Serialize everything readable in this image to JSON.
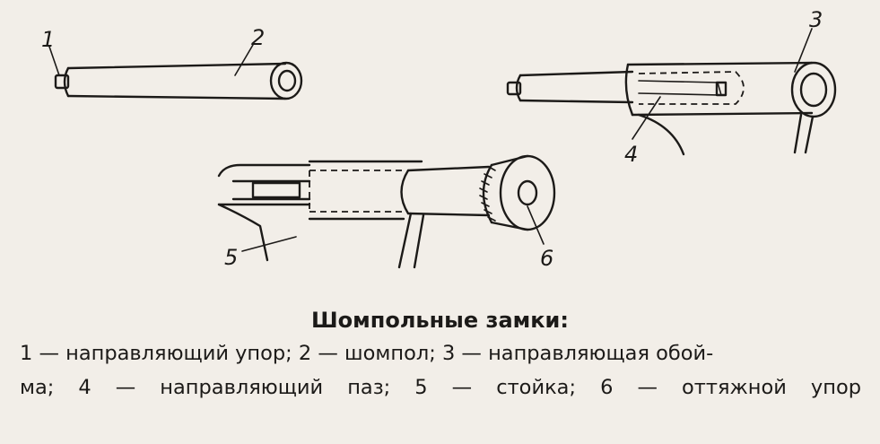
{
  "figure": {
    "labels": {
      "l1": "1",
      "l2": "2",
      "l3": "3",
      "l4": "4",
      "l5": "5",
      "l6": "6"
    }
  },
  "caption": {
    "title": "Шомпольные замки:",
    "line1": "1 — направляющий упор; 2 — шомпол; 3 — направляющая обой-",
    "line2": "ма; 4 — направляющий паз; 5 — стойка; 6 — оттяжной упор"
  }
}
